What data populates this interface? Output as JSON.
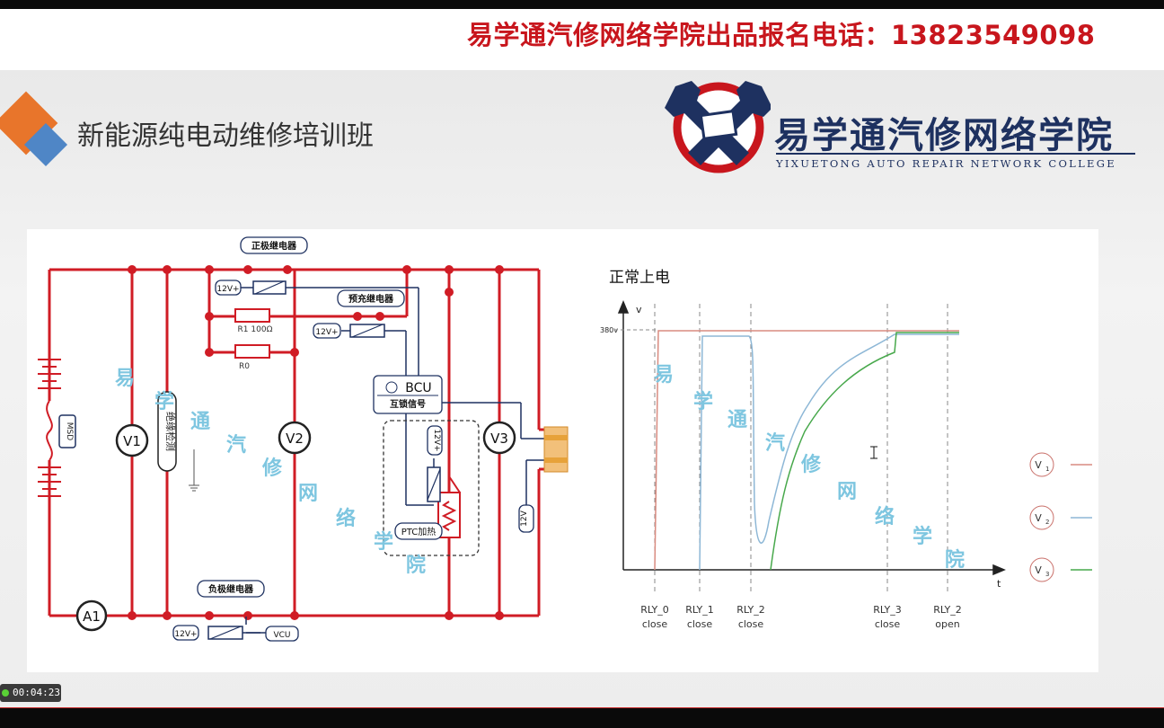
{
  "banner": {
    "text": "易学通汽修网络学院出品报名电话：13823549098"
  },
  "slide": {
    "title": "新能源纯电动维修培训班",
    "logo_cn": "易学通汽修网络学院",
    "logo_en": "YIXUETONG AUTO REPAIR NETWORK COLLEGE"
  },
  "circuit": {
    "pos_relay": "正极继电器",
    "precharge_relay": "预充继电器",
    "neg_relay": "负极继电器",
    "r1": "R1 100Ω",
    "r0": "R0",
    "v12_a": "12V+",
    "v12_b": "12V+",
    "v12_c": "12V+",
    "v12_d": "12V+",
    "v12_e": "12V",
    "bcu": "BCU",
    "interlock": "互锁信号",
    "ptc": "PTC加热",
    "msd": "MSD",
    "insulation": "绝缘检测",
    "vcu": "VCU",
    "v1": "V1",
    "v2": "V2",
    "v3": "V3",
    "a1": "A1"
  },
  "chart": {
    "title": "正常上电",
    "y_axis": "v",
    "x_axis": "t",
    "y_tick": "380v",
    "legend": [
      {
        "label": "V",
        "sub": "1",
        "color": "#d98b80"
      },
      {
        "label": "V",
        "sub": "2",
        "color": "#8db7d6"
      },
      {
        "label": "V",
        "sub": "3",
        "color": "#47a84b"
      }
    ],
    "events": [
      {
        "name": "RLY_0",
        "state": "close"
      },
      {
        "name": "RLY_1",
        "state": "close"
      },
      {
        "name": "RLY_2",
        "state": "close"
      },
      {
        "name": "RLY_3",
        "state": "close"
      },
      {
        "name": "RLY_2",
        "state": "open"
      }
    ]
  },
  "watermark": [
    "易",
    "学",
    "通",
    "汽",
    "修",
    "网",
    "络",
    "学",
    "院"
  ],
  "player": {
    "time": "00:04:23"
  }
}
